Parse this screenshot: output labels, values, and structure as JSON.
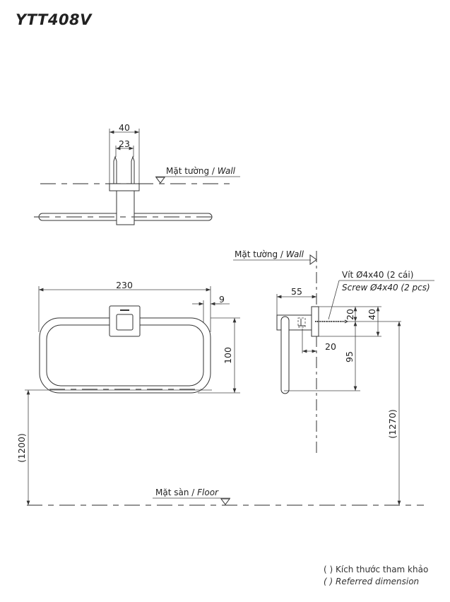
{
  "title": "YTT408V",
  "top_view": {
    "dim_width": "40",
    "dim_screw_spacing": "23",
    "wall_label": "Mặt tường / ",
    "wall_label_en": "Wall"
  },
  "front_view": {
    "dim_length": "230",
    "dim_offset": "9",
    "dim_height": "100",
    "dim_floor": "(1200)",
    "floor_label": "Mặt sàn / ",
    "floor_label_en": "Floor"
  },
  "side_view": {
    "wall_label": "Mặt tường / ",
    "wall_label_en": "Wall",
    "screw_label_vi": "Vít Ø4x40 (2 cái)",
    "screw_label_en": "Screw Ø4x40 (2 pcs)",
    "dim_depth": "55",
    "dim_20_vertical": "20",
    "dim_40_vertical": "40",
    "dim_20_horizontal": "20",
    "dim_95": "95",
    "dim_floor": "(1270)"
  },
  "note": {
    "vi": "( ) Kích thước tham khảo",
    "en": "( ) Referred dimension"
  }
}
